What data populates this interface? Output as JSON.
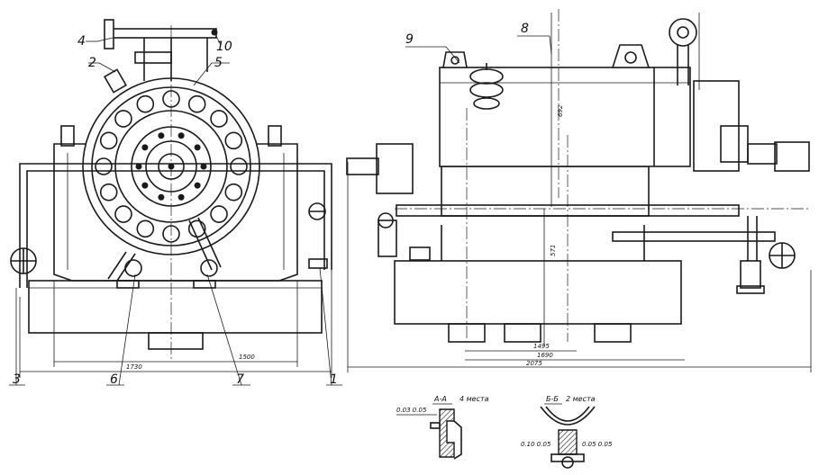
{
  "callouts": {
    "c1": "1",
    "c2": "2",
    "c3": "3",
    "c4": "4",
    "c5": "5",
    "c6": "6",
    "c7": "7",
    "c8": "8",
    "c9": "9",
    "c10": "10"
  },
  "dimensions": {
    "front_inner_width": "1500",
    "front_outer_width": "1730",
    "side_upper_height": "692",
    "side_lower_height": "571",
    "side_width_1": "1495",
    "side_width_2": "1690",
    "side_width_3": "2075"
  },
  "sections": {
    "section_a": "А-А",
    "section_a_suffix": "4 места",
    "section_b": "Б-Б",
    "section_b_suffix": "2 места",
    "section_a_note": "0.03 0.05",
    "section_b_note_left": "0.10 0.05",
    "section_b_note_right": "0.05 0.05"
  }
}
